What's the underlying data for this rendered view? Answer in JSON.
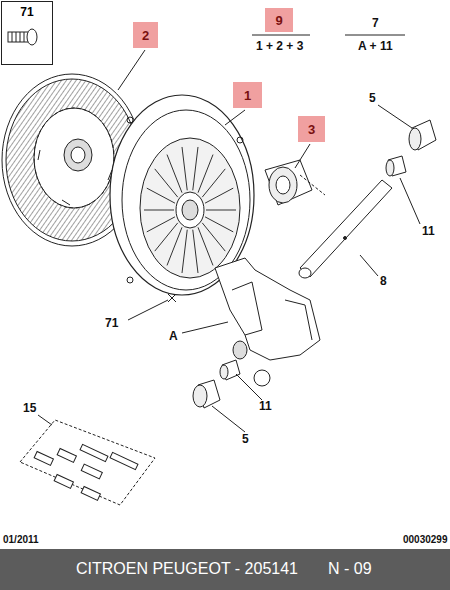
{
  "diagram": {
    "nodes": [
      {
        "text": [
          "71"
        ]
      },
      {
        "text": [
          "2"
        ]
      },
      {
        "text": [
          "9"
        ]
      },
      {
        "text": [
          "1"
        ]
      },
      {
        "text": [
          "3"
        ]
      },
      {
        "text": [
          "CITROEN PEUGEOT - 205141",
          "N - 09"
        ]
      }
    ],
    "labels": [
      "1 + 2 + 3",
      "7",
      "A + 11",
      "5",
      "11",
      "8",
      "71",
      "A",
      "11",
      "5",
      "15",
      "01/2011",
      "00030299"
    ]
  }
}
